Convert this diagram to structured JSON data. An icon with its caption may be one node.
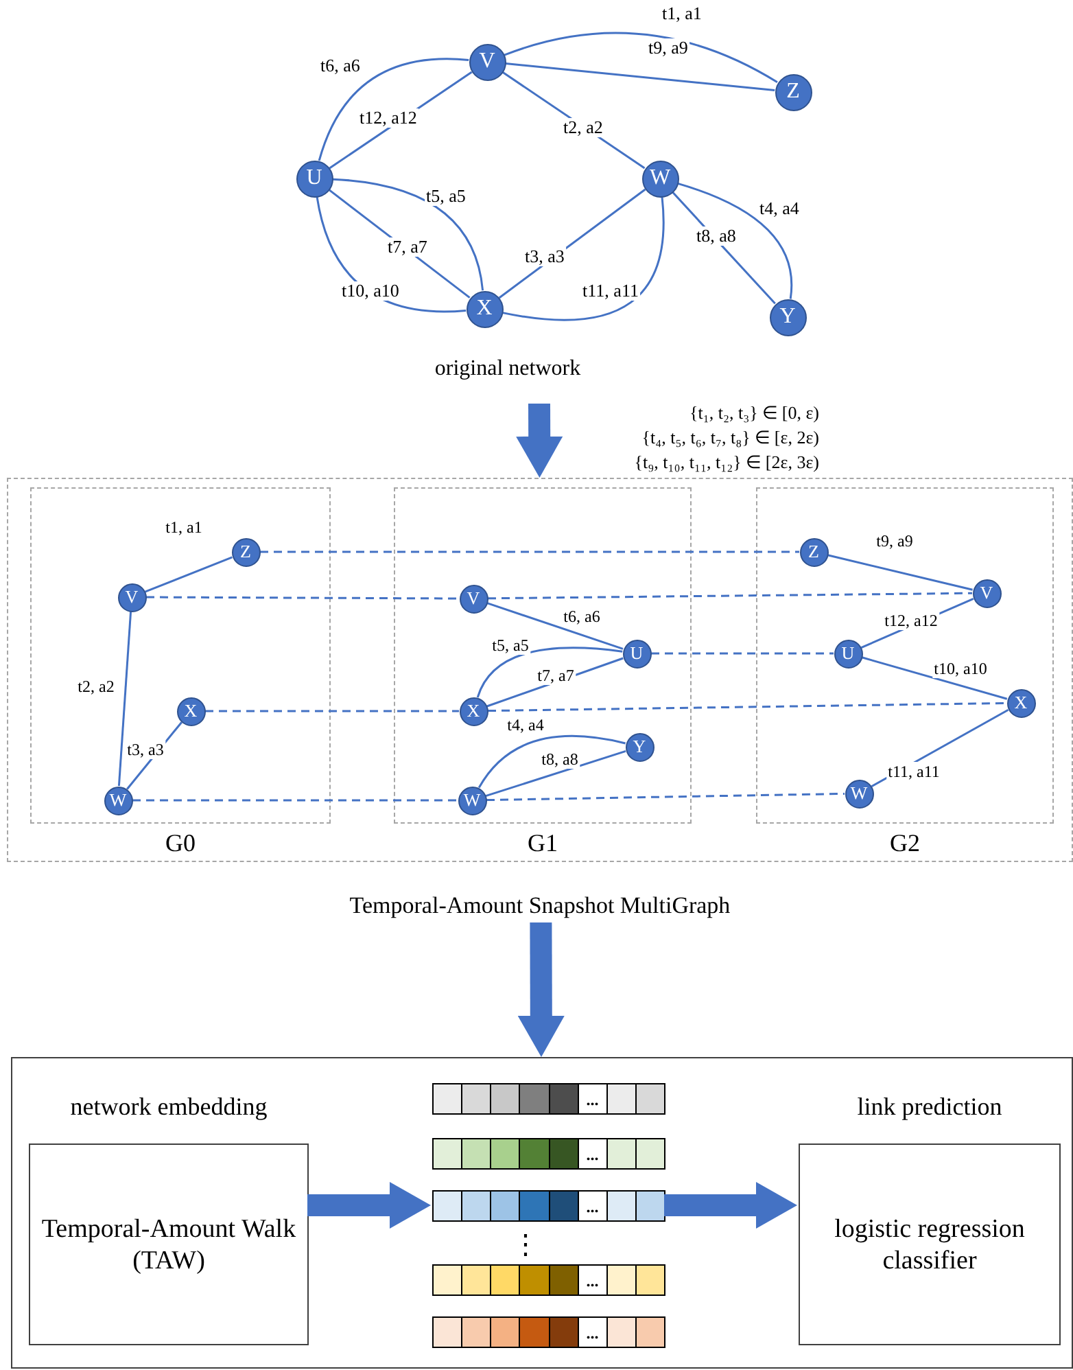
{
  "diagram": {
    "nodes": [
      {
        "text": [
          "V"
        ]
      },
      {
        "text": [
          "Z"
        ]
      },
      {
        "text": [
          "U"
        ]
      },
      {
        "text": [
          "W"
        ]
      },
      {
        "text": [
          "X"
        ]
      },
      {
        "text": [
          "Y"
        ]
      },
      {
        "text": [
          "Temporal-Amount Snapshot MultiGraph"
        ]
      },
      {
        "text": [
          "G0"
        ],
        "in": 6
      },
      {
        "text": [
          "Z"
        ],
        "in": 7
      },
      {
        "text": [
          "V"
        ],
        "in": 7
      },
      {
        "text": [
          "X"
        ],
        "in": 7
      },
      {
        "text": [
          "W"
        ],
        "in": 7
      },
      {
        "text": [
          "G1"
        ],
        "in": 6
      },
      {
        "text": [
          "V"
        ],
        "in": 12
      },
      {
        "text": [
          "U"
        ],
        "in": 12
      },
      {
        "text": [
          "X"
        ],
        "in": 12
      },
      {
        "text": [
          "Y"
        ],
        "in": 12
      },
      {
        "text": [
          "W"
        ],
        "in": 12
      },
      {
        "text": [
          "G2"
        ],
        "in": 6
      },
      {
        "text": [
          "Z"
        ],
        "in": 18
      },
      {
        "text": [
          "V"
        ],
        "in": 18
      },
      {
        "text": [
          "U"
        ],
        "in": 18
      },
      {
        "text": [
          "X"
        ],
        "in": 18
      },
      {
        "text": [
          "W"
        ],
        "in": 18
      },
      {
        "text": [],
        "shape": "box"
      },
      {
        "text": [
          "network embedding",
          "Temporal-Amount Walk (TAW)"
        ],
        "in": 24
      },
      {
        "text": [
          "..."
        ],
        "in": 24
      },
      {
        "text": [
          "..."
        ],
        "in": 24
      },
      {
        "text": [
          "..."
        ],
        "in": 24
      },
      {
        "text": [
          "..."
        ],
        "in": 24
      },
      {
        "text": [
          "..."
        ],
        "in": 24
      },
      {
        "text": [
          "link prediction",
          "logistic regression classifier"
        ],
        "in": 24
      }
    ],
    "edges": [
      {
        "from": 0,
        "to": 1,
        "arrow": "none",
        "label": "t1, a1"
      },
      {
        "from": 0,
        "to": 1,
        "arrow": "none",
        "label": "t9, a9"
      },
      {
        "from": 2,
        "to": 0,
        "arrow": "none",
        "label": "t6, a6"
      },
      {
        "from": 2,
        "to": 0,
        "arrow": "none",
        "label": "t12, a12"
      },
      {
        "from": 0,
        "to": 3,
        "arrow": "none",
        "label": "t2, a2"
      },
      {
        "from": 2,
        "to": 4,
        "arrow": "none",
        "label": "t5, a5"
      },
      {
        "from": 2,
        "to": 4,
        "arrow": "none",
        "label": "t7, a7"
      },
      {
        "from": 2,
        "to": 4,
        "arrow": "none",
        "label": "t10, a10"
      },
      {
        "from": 4,
        "to": 3,
        "arrow": "none",
        "label": "t3, a3"
      },
      {
        "from": 4,
        "to": 3,
        "arrow": "none",
        "label": "t11, a11"
      },
      {
        "from": 3,
        "to": 5,
        "arrow": "none",
        "label": "t4, a4"
      },
      {
        "from": 3,
        "to": 5,
        "arrow": "none",
        "label": "t8, a8"
      },
      {
        "from": null,
        "to": 6,
        "arrow": "to",
        "style": "thick"
      },
      {
        "from": 9,
        "to": 8,
        "arrow": "none",
        "label": "t1, a1"
      },
      {
        "from": 9,
        "to": 11,
        "arrow": "none",
        "label": "t2, a2"
      },
      {
        "from": 11,
        "to": 10,
        "arrow": "none",
        "label": "t3, a3"
      },
      {
        "from": 13,
        "to": 14,
        "arrow": "none",
        "label": "t6, a6"
      },
      {
        "from": 15,
        "to": 14,
        "arrow": "none",
        "label": "t5, a5"
      },
      {
        "from": 15,
        "to": 14,
        "arrow": "none",
        "label": "t7, a7"
      },
      {
        "from": 17,
        "to": 16,
        "arrow": "none",
        "label": "t4, a4"
      },
      {
        "from": 17,
        "to": 16,
        "arrow": "none",
        "label": "t8, a8"
      },
      {
        "from": 19,
        "to": 20,
        "arrow": "none",
        "label": "t9, a9"
      },
      {
        "from": 21,
        "to": 20,
        "arrow": "none",
        "label": "t12, a12"
      },
      {
        "from": 21,
        "to": 22,
        "arrow": "none",
        "label": "t10, a10"
      },
      {
        "from": 23,
        "to": 22,
        "arrow": "none",
        "label": "t11, a11"
      },
      {
        "from": 8,
        "to": 19,
        "arrow": "none",
        "style": "dashed"
      },
      {
        "from": 9,
        "to": 13,
        "arrow": "none",
        "style": "dashed"
      },
      {
        "from": 13,
        "to": 20,
        "arrow": "none",
        "style": "dashed"
      },
      {
        "from": 14,
        "to": 21,
        "arrow": "none",
        "style": "dashed"
      },
      {
        "from": 10,
        "to": 15,
        "arrow": "none",
        "style": "dashed"
      },
      {
        "from": 15,
        "to": 22,
        "arrow": "none",
        "style": "dashed"
      },
      {
        "from": 11,
        "to": 17,
        "arrow": "none",
        "style": "dashed"
      },
      {
        "from": 17,
        "to": 23,
        "arrow": "none",
        "style": "dashed"
      },
      {
        "from": 6,
        "to": 24,
        "arrow": "to",
        "style": "thick"
      },
      {
        "from": 25,
        "to": 28,
        "arrow": "to",
        "style": "thick"
      },
      {
        "from": 28,
        "to": 31,
        "arrow": "to",
        "style": "thick"
      }
    ],
    "labels": [
      "original network",
      "{t₁, t₂, t₃} ∈ [0, ε)",
      "{t₄, t₅, t₆, t₇, t₈} ∈ [ε, 2ε)",
      "{t₉, t₁₀, t₁₁, t₁₂} ∈ [2ε, 3ε)",
      "⋮"
    ]
  }
}
